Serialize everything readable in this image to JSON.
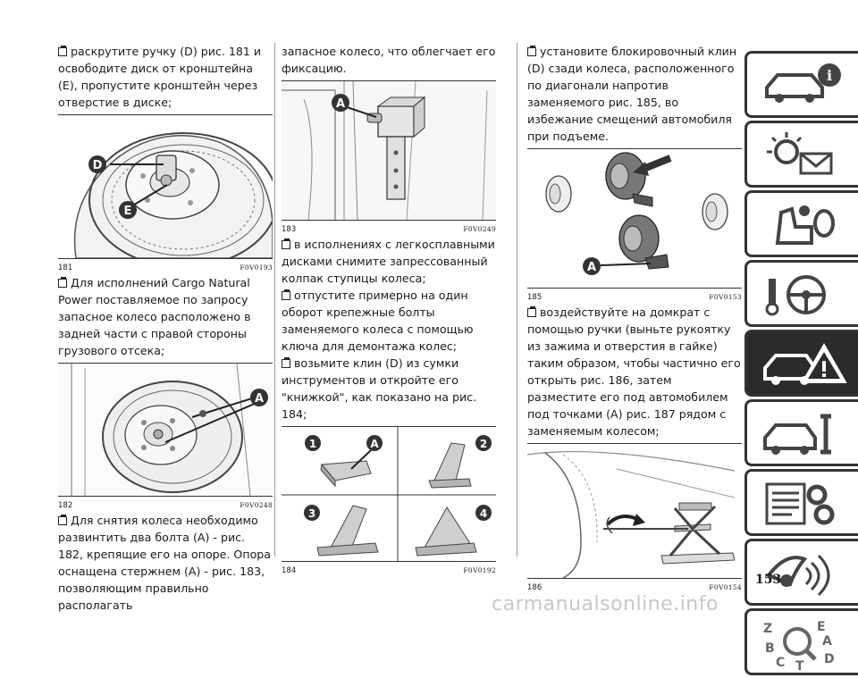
{
  "col1": {
    "p1": "раскрутите ручку (D) рис. 181 и освободите диск от кронштейна (Е), пропустите кронштейн через отверстие в диске;",
    "fig181": {
      "num": "181",
      "code": "F0V0193",
      "labels": [
        "D",
        "E"
      ]
    },
    "p2": "Для исполнений Cargo Natural Power поставляемое по запросу запасное колесо расположено в задней части с правой стороны грузового отсека;",
    "fig182": {
      "num": "182",
      "code": "F0V0248",
      "labels": [
        "A"
      ]
    },
    "p3": "Для снятия колеса необходимо развинтить два болта (А) - рис. 182, крепящие его на опоре. Опора оснащена стержнем (А) - рис. 183, позволяющим правильно располагать"
  },
  "col2": {
    "p1": "запасное колесо, что облегчает его фиксацию.",
    "fig183": {
      "num": "183",
      "code": "F0V0249",
      "labels": [
        "A"
      ]
    },
    "p2": "в исполнениях с легкосплавными дисками снимите запрессованный колпак ступицы колеса;",
    "p3": "отпустите примерно на один оборот крепежные болты заменяемого колеса с помощью ключа для демонтажа колес;",
    "p4": "возьмите клин (D) из сумки инструментов и откройте его \"книжкой\", как показано на рис. 184;",
    "fig184": {
      "num": "184",
      "code": "F0V0192",
      "labels": [
        "1",
        "A",
        "2",
        "3",
        "4"
      ]
    }
  },
  "col3": {
    "p1": "установите блокировочный клин (D) сзади колеса, расположенного по диагонали напротив заменяемого рис. 185, во избежание смещений автомобиля при подъеме.",
    "fig185": {
      "num": "185",
      "code": "F0V0153",
      "labels": [
        "A"
      ]
    },
    "p2": "воздействуйте на домкрат с помощью ручки (выньте рукоятку из зажима и отверстия в гайке) таким образом, чтобы частично его открыть рис. 186, затем разместите его под автомобилем под точками (А) рис. 187 рядом с заменяемым колесом;",
    "fig186": {
      "num": "186",
      "code": "F0V0154"
    }
  },
  "sidebar": {
    "tabs": [
      "car-info-icon",
      "lights-message-icon",
      "airbag-seat-icon",
      "steering-icon",
      "emergency-icon",
      "car-service-icon",
      "specifications-icon",
      "multimedia-icon",
      "index-icon"
    ],
    "active_index": 4,
    "index_letters": [
      "Z",
      "E",
      "A",
      "B",
      "C",
      "T",
      "D"
    ]
  },
  "page_number": "153",
  "watermark": "carmanualsonline.info"
}
